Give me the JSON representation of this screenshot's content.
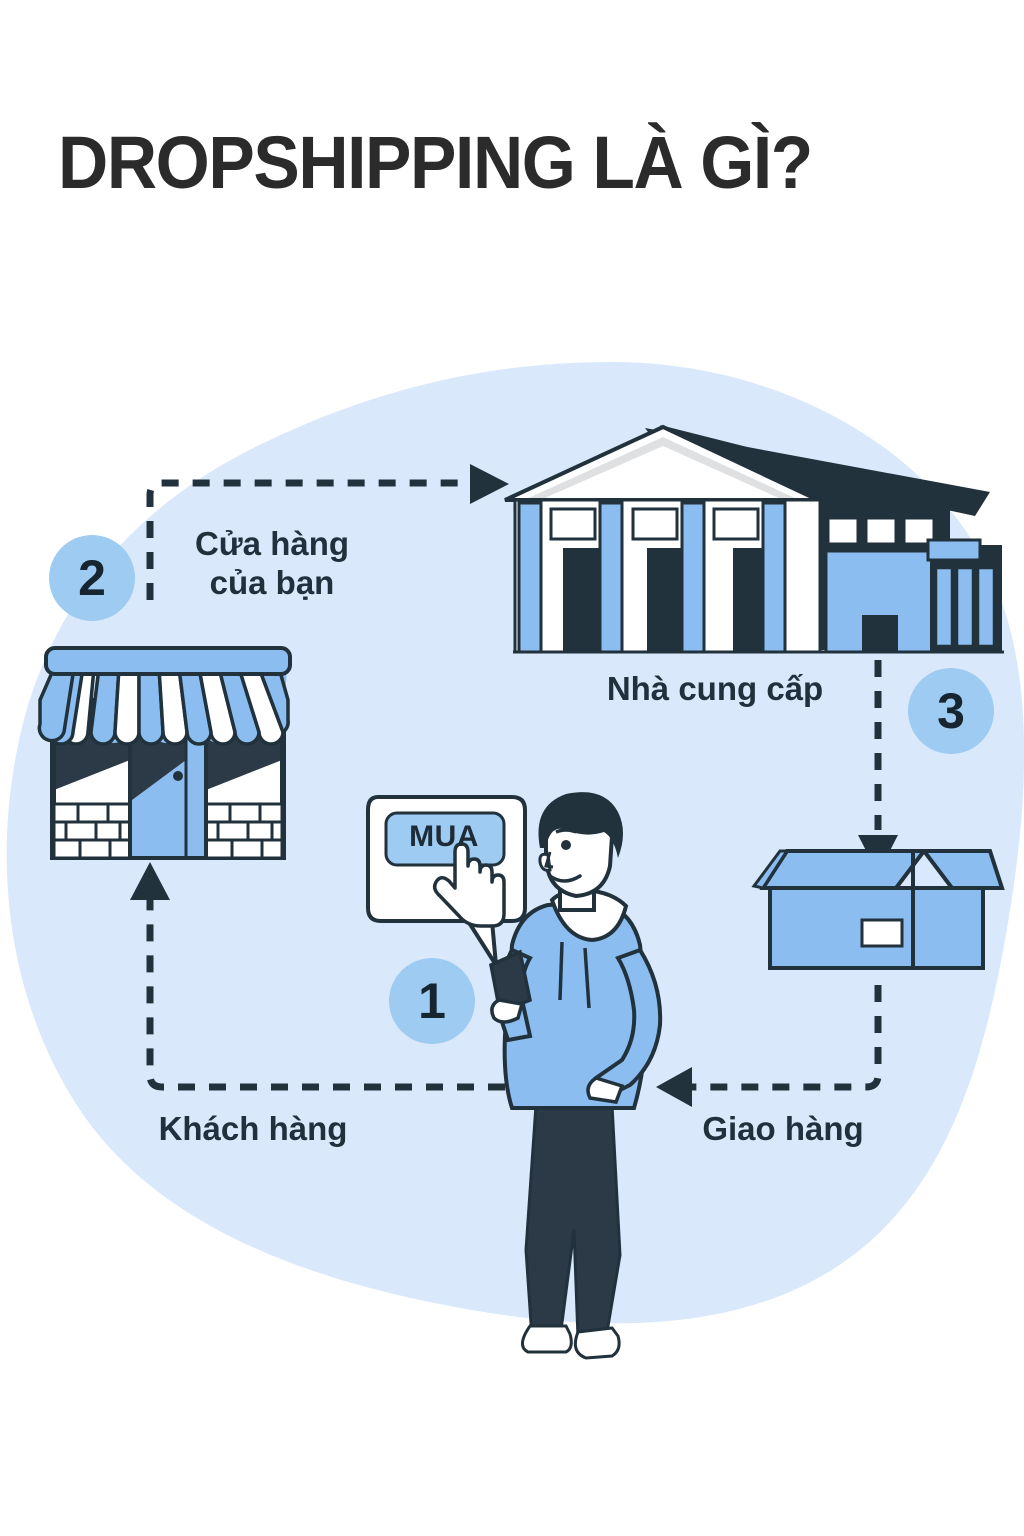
{
  "page": {
    "title": "DROPSHIPPING LÀ GÌ?",
    "background_color": "#ffffff",
    "blob_color": "#d9e9fb",
    "accent_blue": "#8bbdf0",
    "light_blue": "#9ecbf2",
    "dark_navy": "#22323d",
    "ink": "#1d2b36"
  },
  "steps": [
    {
      "id": "step-1",
      "number": "1",
      "meaning": "customer-orders"
    },
    {
      "id": "step-2",
      "number": "2",
      "meaning": "your-store"
    },
    {
      "id": "step-3",
      "number": "3",
      "meaning": "supplier-ships"
    }
  ],
  "labels": {
    "store": "Cửa hàng\ncủa bạn",
    "supplier": "Nhà cung cấp",
    "customer": "Khách hàng",
    "delivery": "Giao hàng"
  },
  "illustrations": {
    "storefront": {
      "name": "storefront-illustration",
      "awning_stripes": 9
    },
    "supplier_building": {
      "name": "supplier-warehouse-illustration"
    },
    "package_box": {
      "name": "open-cardboard-box-illustration",
      "label_patch": "shipping-label"
    },
    "customer_person": {
      "name": "customer-with-phone-illustration"
    },
    "speech_bubble": {
      "name": "buy-speech-bubble",
      "button_text": "MUA",
      "cursor": "hand-pointer-icon"
    }
  },
  "flow": {
    "arrows": [
      {
        "name": "arrow-store-to-supplier",
        "from": "storefront",
        "to": "supplier",
        "direction": "right"
      },
      {
        "name": "arrow-supplier-to-package",
        "from": "supplier",
        "to": "package",
        "direction": "down"
      },
      {
        "name": "arrow-package-to-customer",
        "from": "package",
        "to": "customer",
        "direction": "left"
      },
      {
        "name": "arrow-customer-to-store",
        "from": "customer",
        "to": "storefront",
        "direction": "up"
      }
    ],
    "style": "dashed"
  }
}
